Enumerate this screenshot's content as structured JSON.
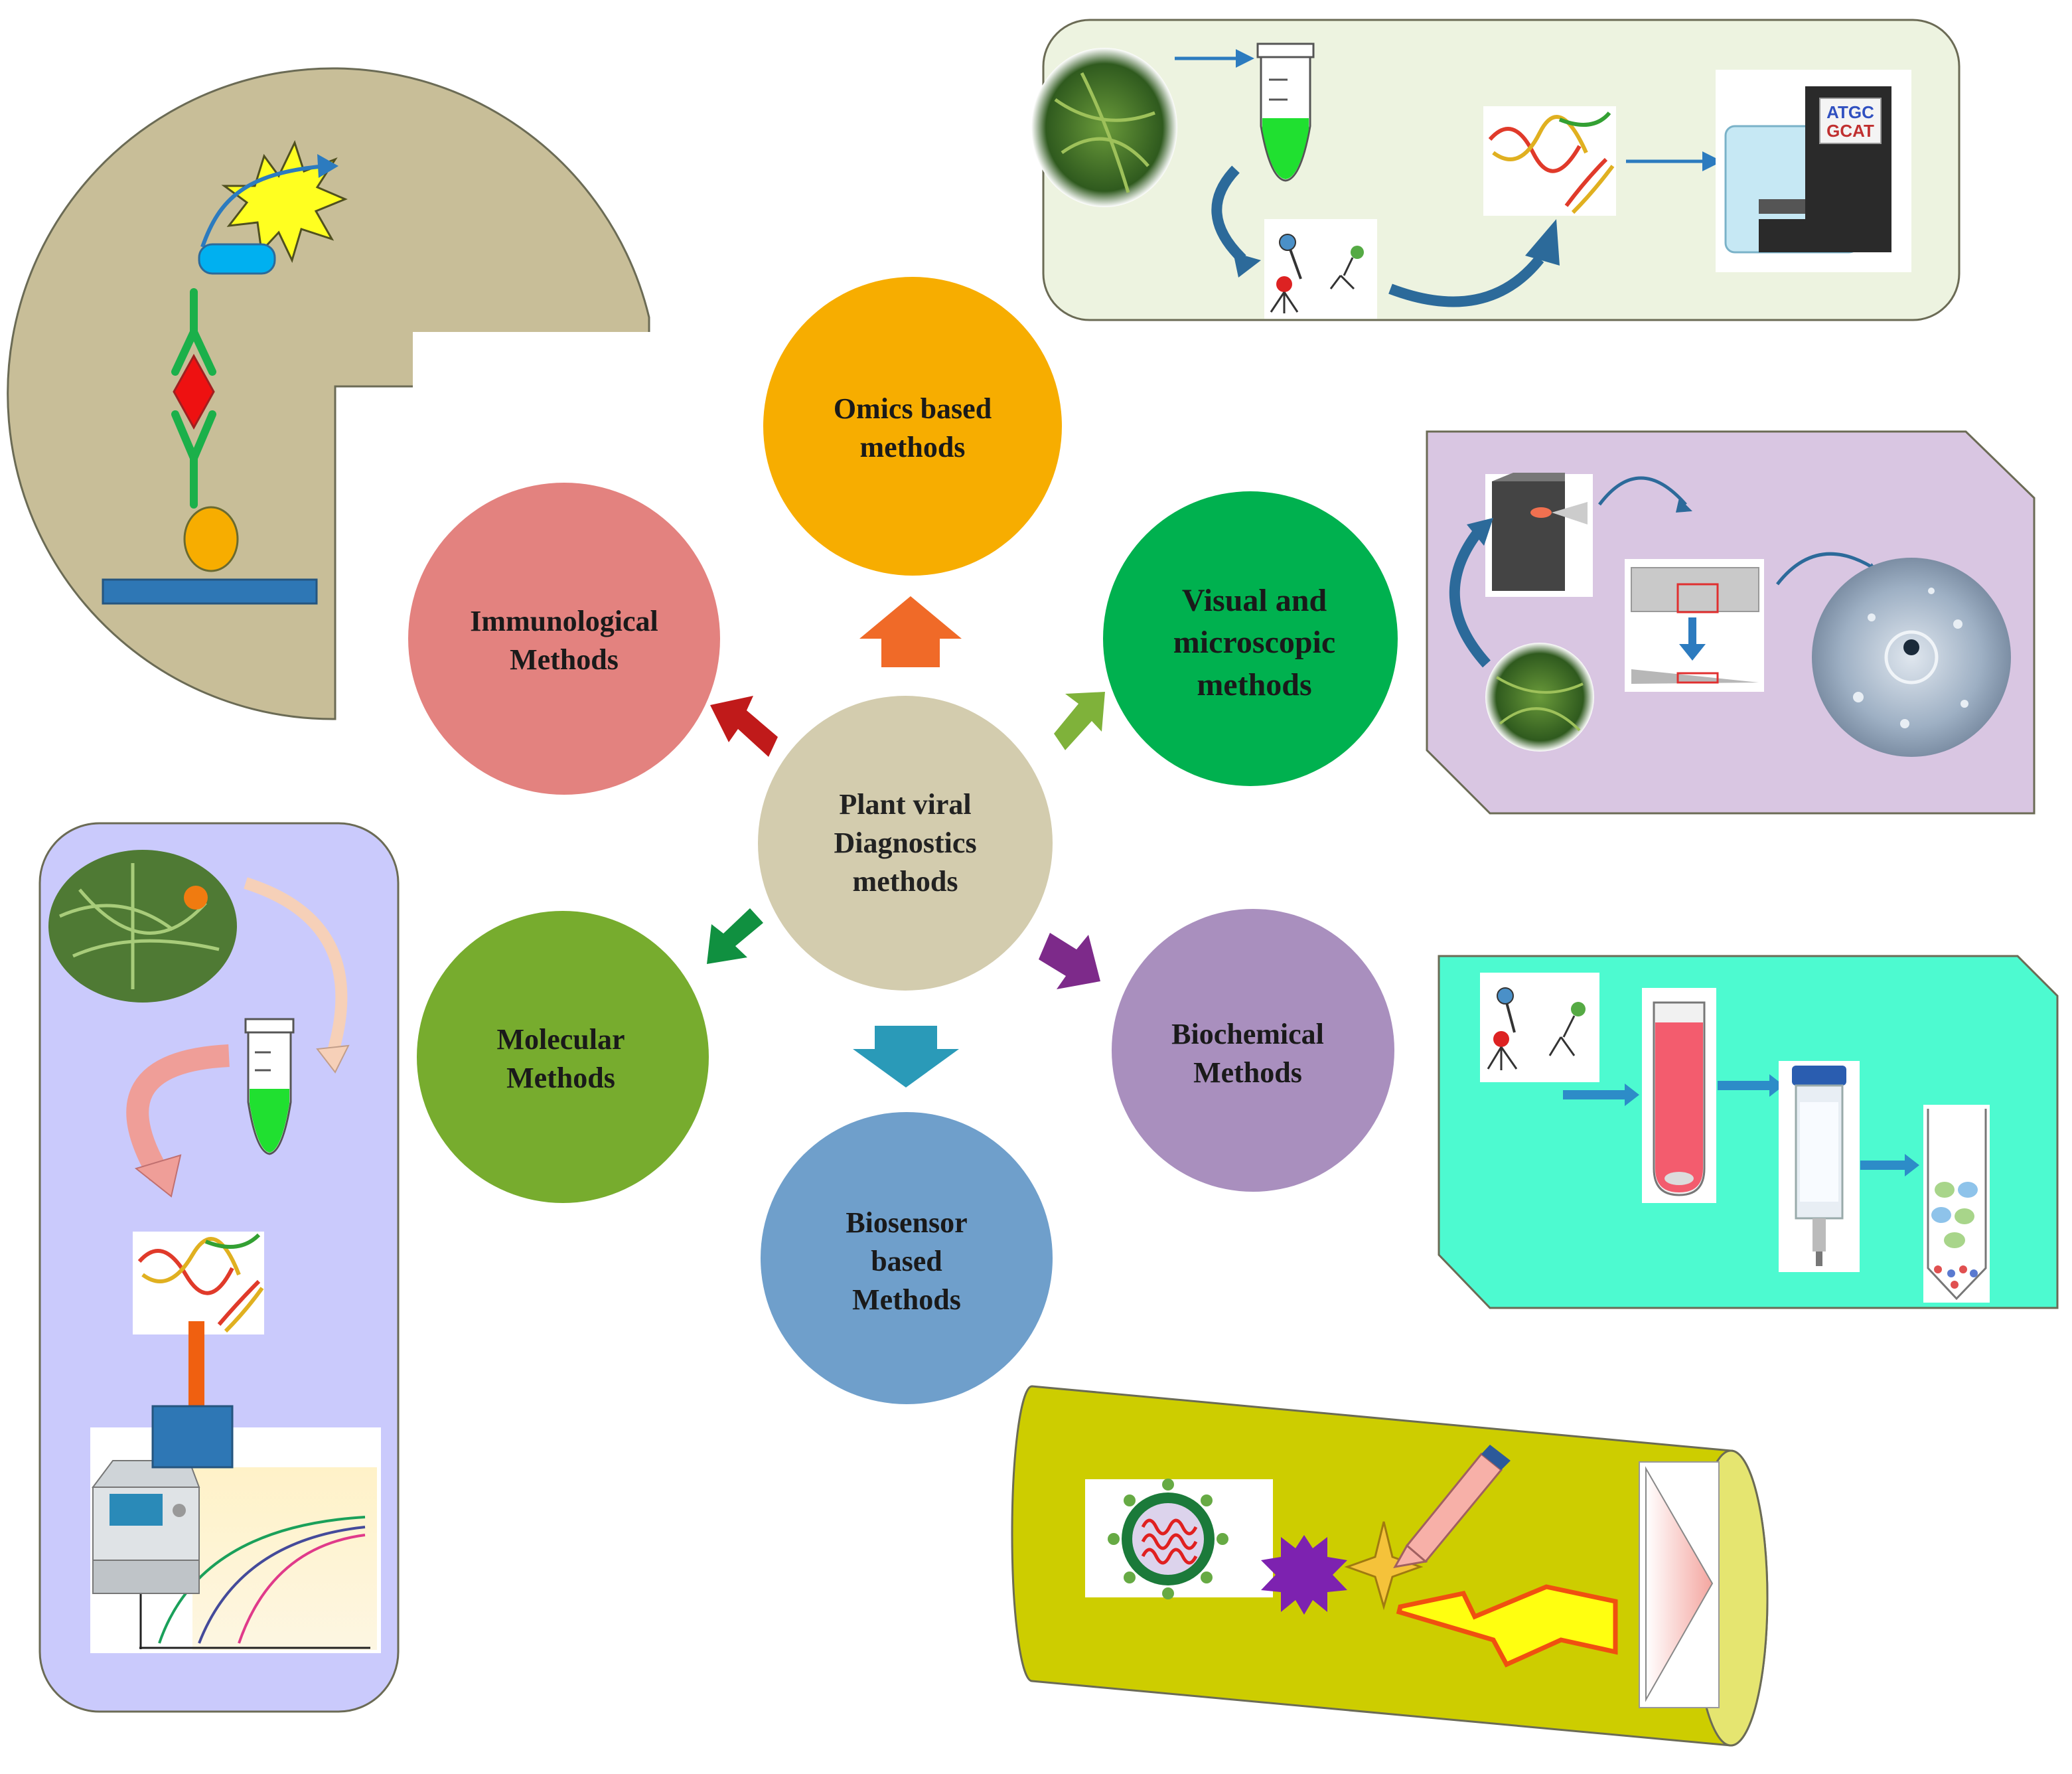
{
  "center": {
    "label": "Plant viral\nDiagnostics\nmethods"
  },
  "methods": {
    "omics": "Omics based\nmethods",
    "visual": "Visual and\nmicroscopic\nmethods",
    "biochemical": "Biochemical\nMethods",
    "biosensor": "Biosensor\nbased\nMethods",
    "molecular": "Molecular\nMethods",
    "immunological": "Immunological\nMethods"
  },
  "sequencer": {
    "screen_line1": "ATGC",
    "screen_line2": "GCAT"
  },
  "colors": {
    "omics": "#F7AD00",
    "visual": "#00B14F",
    "biochemical": "#A98FBE",
    "biosensor": "#6F9FCB",
    "molecular": "#77AC2E",
    "immunological": "#E3827F",
    "center": "#D3CCAE",
    "panel_immuno": "#C8BE98",
    "panel_omics": "#EDF3E0",
    "panel_visual": "#D9C6E2",
    "panel_biochem": "#4DFAD0",
    "panel_molecular": "#CACAFC",
    "panel_biosensor": "#CDCD00"
  }
}
